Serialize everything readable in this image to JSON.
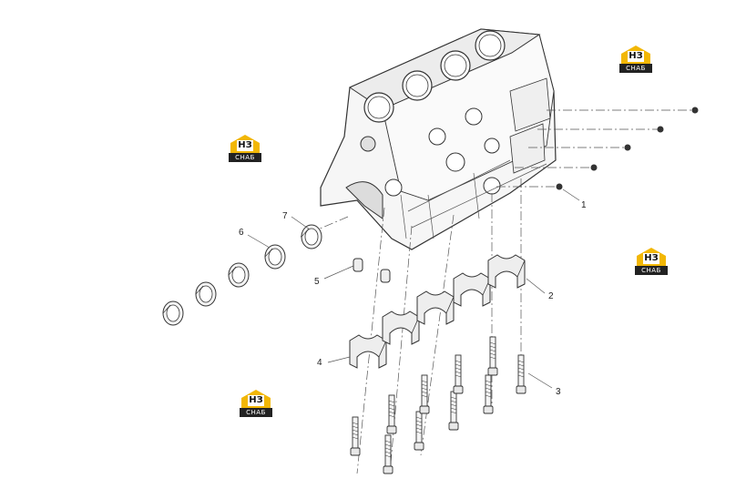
{
  "callouts": [
    "1",
    "2",
    "3",
    "4",
    "5",
    "6",
    "7"
  ],
  "watermark": {
    "mark": "НЗ",
    "band": "СНАБ"
  },
  "colors": {
    "line": "#333333",
    "fill": "#f4f4f4",
    "shade": "#d8d8d8",
    "accent": "#f2b705"
  }
}
